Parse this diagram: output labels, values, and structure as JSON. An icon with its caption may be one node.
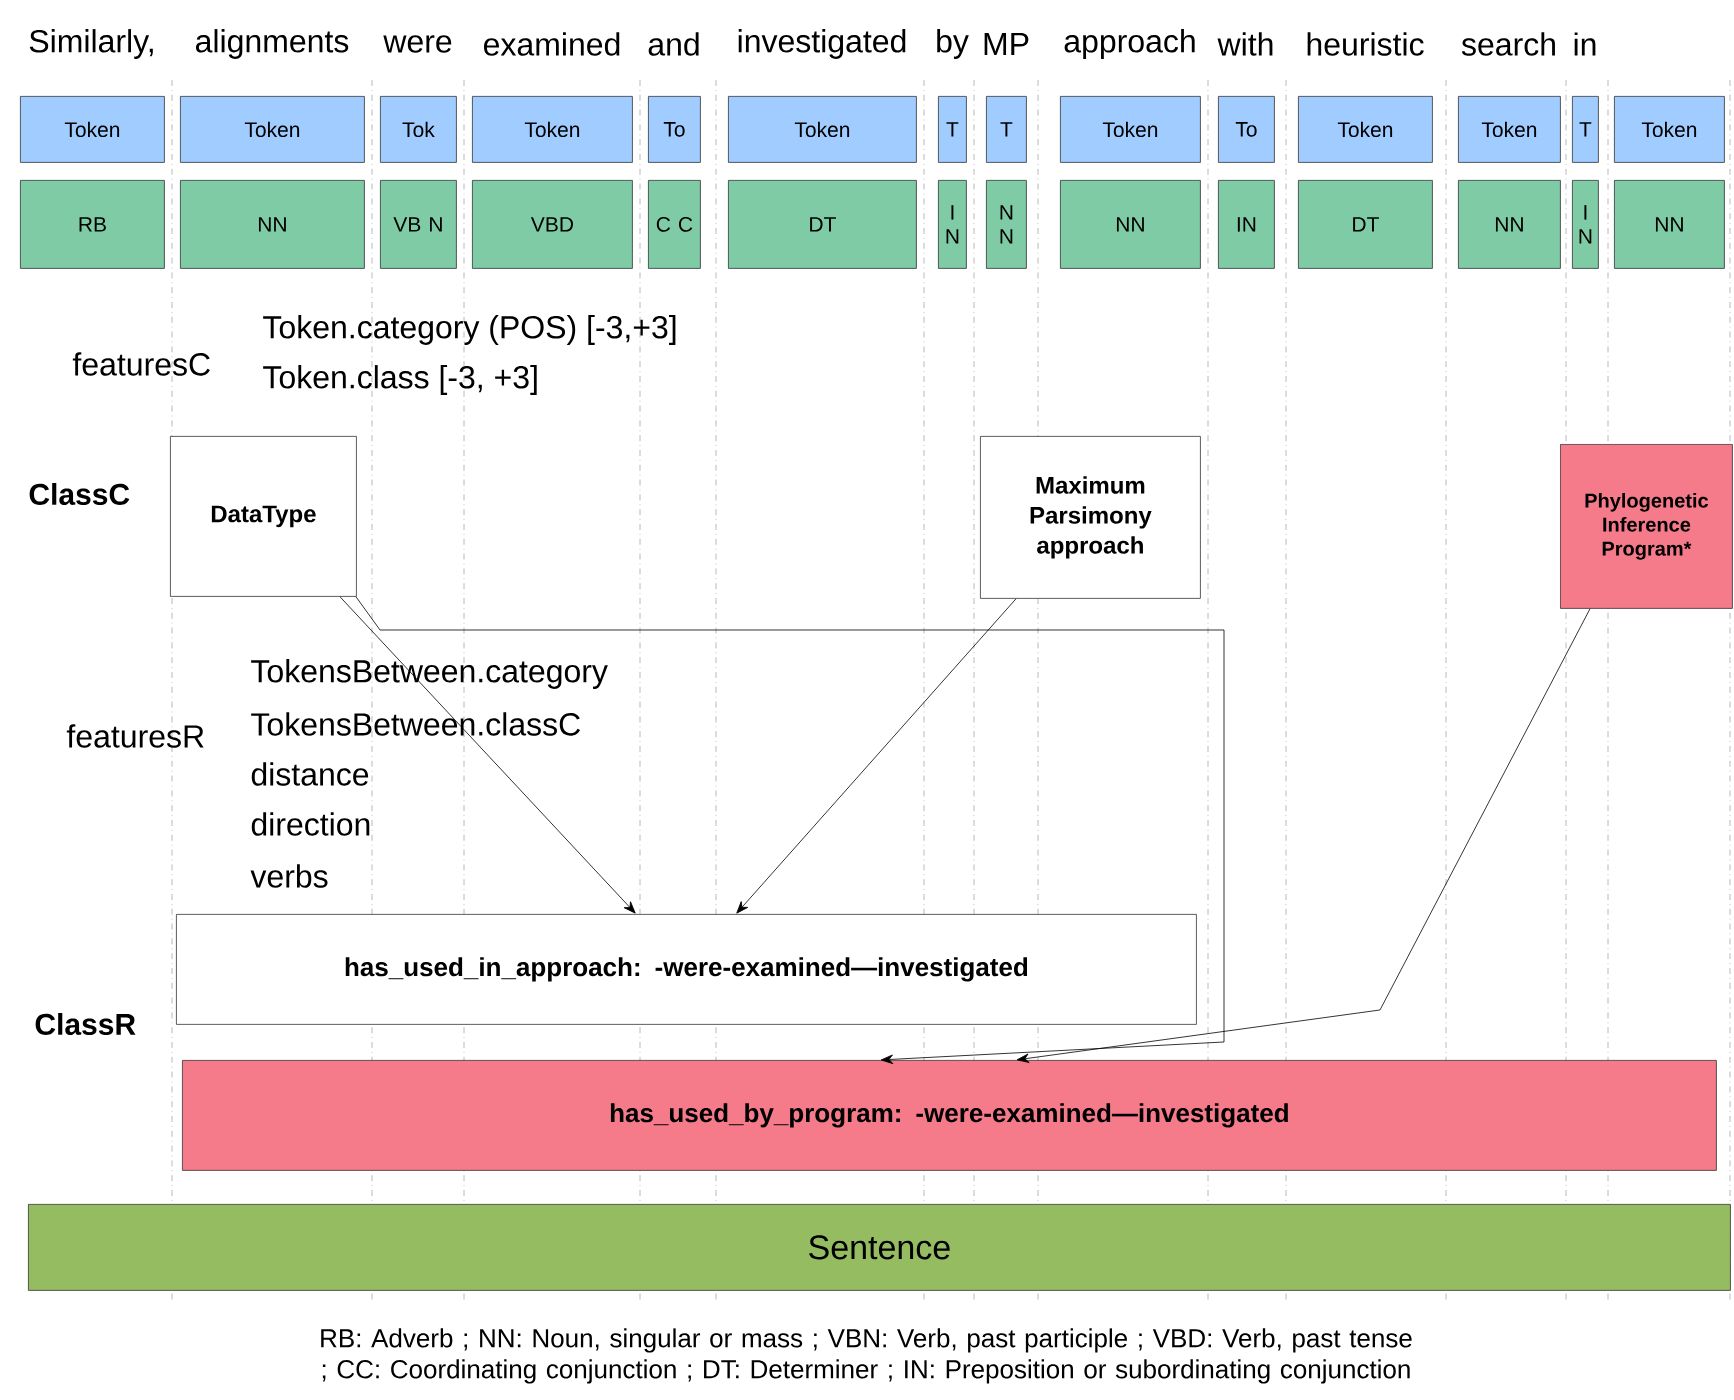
{
  "diagram": {
    "nodes": [
      {
        "text": [
          "Token"
        ]
      },
      {
        "text": [
          "Token"
        ]
      },
      {
        "text": [
          "Tok"
        ]
      },
      {
        "text": [
          "Token"
        ]
      },
      {
        "text": [
          "To"
        ]
      },
      {
        "text": [
          "Token"
        ]
      },
      {
        "text": [
          "T"
        ]
      },
      {
        "text": [
          "T"
        ]
      },
      {
        "text": [
          "Token"
        ]
      },
      {
        "text": [
          "To"
        ]
      },
      {
        "text": [
          "Token"
        ]
      },
      {
        "text": [
          "Token"
        ]
      },
      {
        "text": [
          "T"
        ]
      },
      {
        "text": [
          "Token"
        ]
      },
      {
        "text": [
          "RB"
        ]
      },
      {
        "text": [
          "NN"
        ]
      },
      {
        "text": [
          "VB N"
        ]
      },
      {
        "text": [
          "VBD"
        ]
      },
      {
        "text": [
          "C C"
        ]
      },
      {
        "text": [
          "DT"
        ]
      },
      {
        "text": [
          "I N"
        ]
      },
      {
        "text": [
          "N N"
        ]
      },
      {
        "text": [
          "NN"
        ]
      },
      {
        "text": [
          "IN"
        ]
      },
      {
        "text": [
          "DT"
        ]
      },
      {
        "text": [
          "NN"
        ]
      },
      {
        "text": [
          "I N"
        ]
      },
      {
        "text": [
          "NN"
        ]
      },
      {
        "text": [
          "DataType"
        ]
      },
      {
        "text": [
          "Maximum Parsimony approach"
        ]
      },
      {
        "text": [
          "Phylogenetic Inference Program*"
        ]
      },
      {
        "text": [
          "has_used_in_approach: -were-examined—investigated"
        ]
      },
      {
        "text": [
          "has_used_by_program: -were-examined—investigated"
        ]
      },
      {
        "text": [
          "Sentence"
        ]
      }
    ],
    "edges": [
      {
        "from": 28,
        "to": 31,
        "arrow": "to"
      },
      {
        "from": 28,
        "to": 32,
        "arrow": "to"
      },
      {
        "from": 29,
        "to": 31,
        "arrow": "to"
      },
      {
        "from": 30,
        "to": 32,
        "arrow": "to"
      }
    ],
    "labels": [
      "Similarly,",
      "alignments",
      "were",
      "examined",
      "and",
      "investigated",
      "by",
      "MP",
      "approach",
      "with",
      "heuristic",
      "search",
      "in",
      "featuresC",
      "Token.category (POS) [-3,+3]",
      "Token.class [-3, +3]",
      "ClassC",
      "featuresR",
      "TokensBetween.category",
      "TokensBetween.classC",
      "distance",
      "direction",
      "verbs",
      "ClassR",
      "RB: Adverb ; NN: Noun, singular or mass ; VBN: Verb, past participle ; VBD: Verb, past tense ; CC: Coordinating conjunction ; DT: Determiner ; IN: Preposition or subordinating conjunction"
    ]
  }
}
